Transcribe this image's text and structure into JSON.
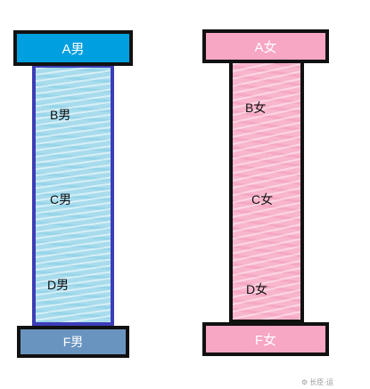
{
  "male": {
    "top": "A男",
    "upper": "B男",
    "middle": "C男",
    "lower": "D男",
    "bottom": "F男"
  },
  "female": {
    "top": "A女",
    "upper": "B女",
    "middle": "C女",
    "lower": "D女",
    "bottom": "F女"
  },
  "colors": {
    "male_top_cap": "#009fe0",
    "male_shaft": "#a8dced",
    "male_shaft_border": "#3d3db8",
    "male_bottom_cap": "#6a94c0",
    "female_caps": "#f7a6c4",
    "female_shaft": "#f8b6cd"
  },
  "watermark": "⚙ 长臣·运"
}
